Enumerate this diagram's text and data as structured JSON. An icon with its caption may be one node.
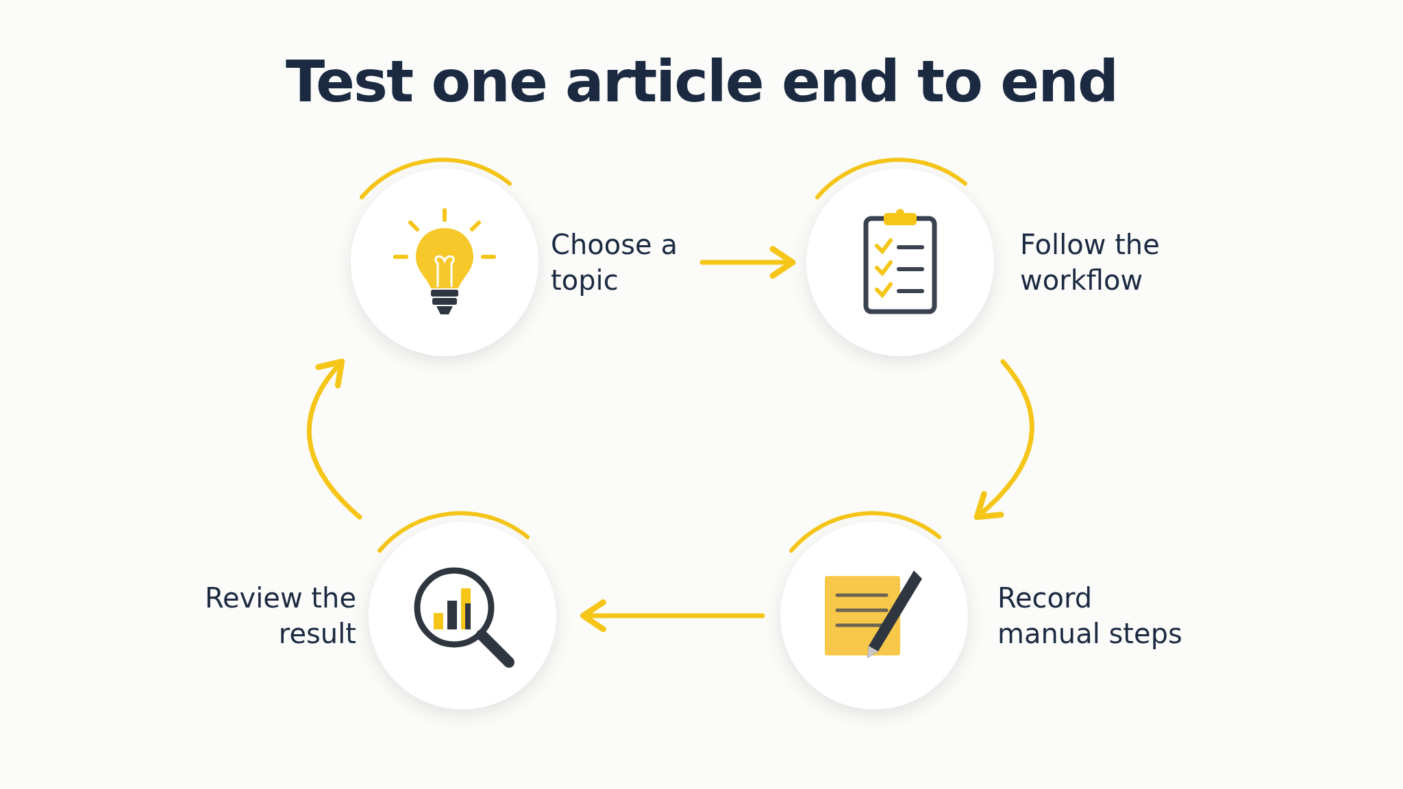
{
  "diagram": {
    "title": "Test one article end to end",
    "nodes": [
      {
        "text": [
          "Choose a topic"
        ]
      },
      {
        "text": [
          "Follow the workflow"
        ]
      },
      {
        "text": [
          "Record manual steps"
        ]
      },
      {
        "text": [
          "Review the result"
        ]
      }
    ],
    "edges": [
      {
        "from": 0,
        "to": 1,
        "arrow": "to"
      },
      {
        "from": 1,
        "to": 2,
        "arrow": "to"
      },
      {
        "from": 2,
        "to": 3,
        "arrow": "to"
      },
      {
        "from": 3,
        "to": 0,
        "arrow": "to"
      }
    ]
  }
}
